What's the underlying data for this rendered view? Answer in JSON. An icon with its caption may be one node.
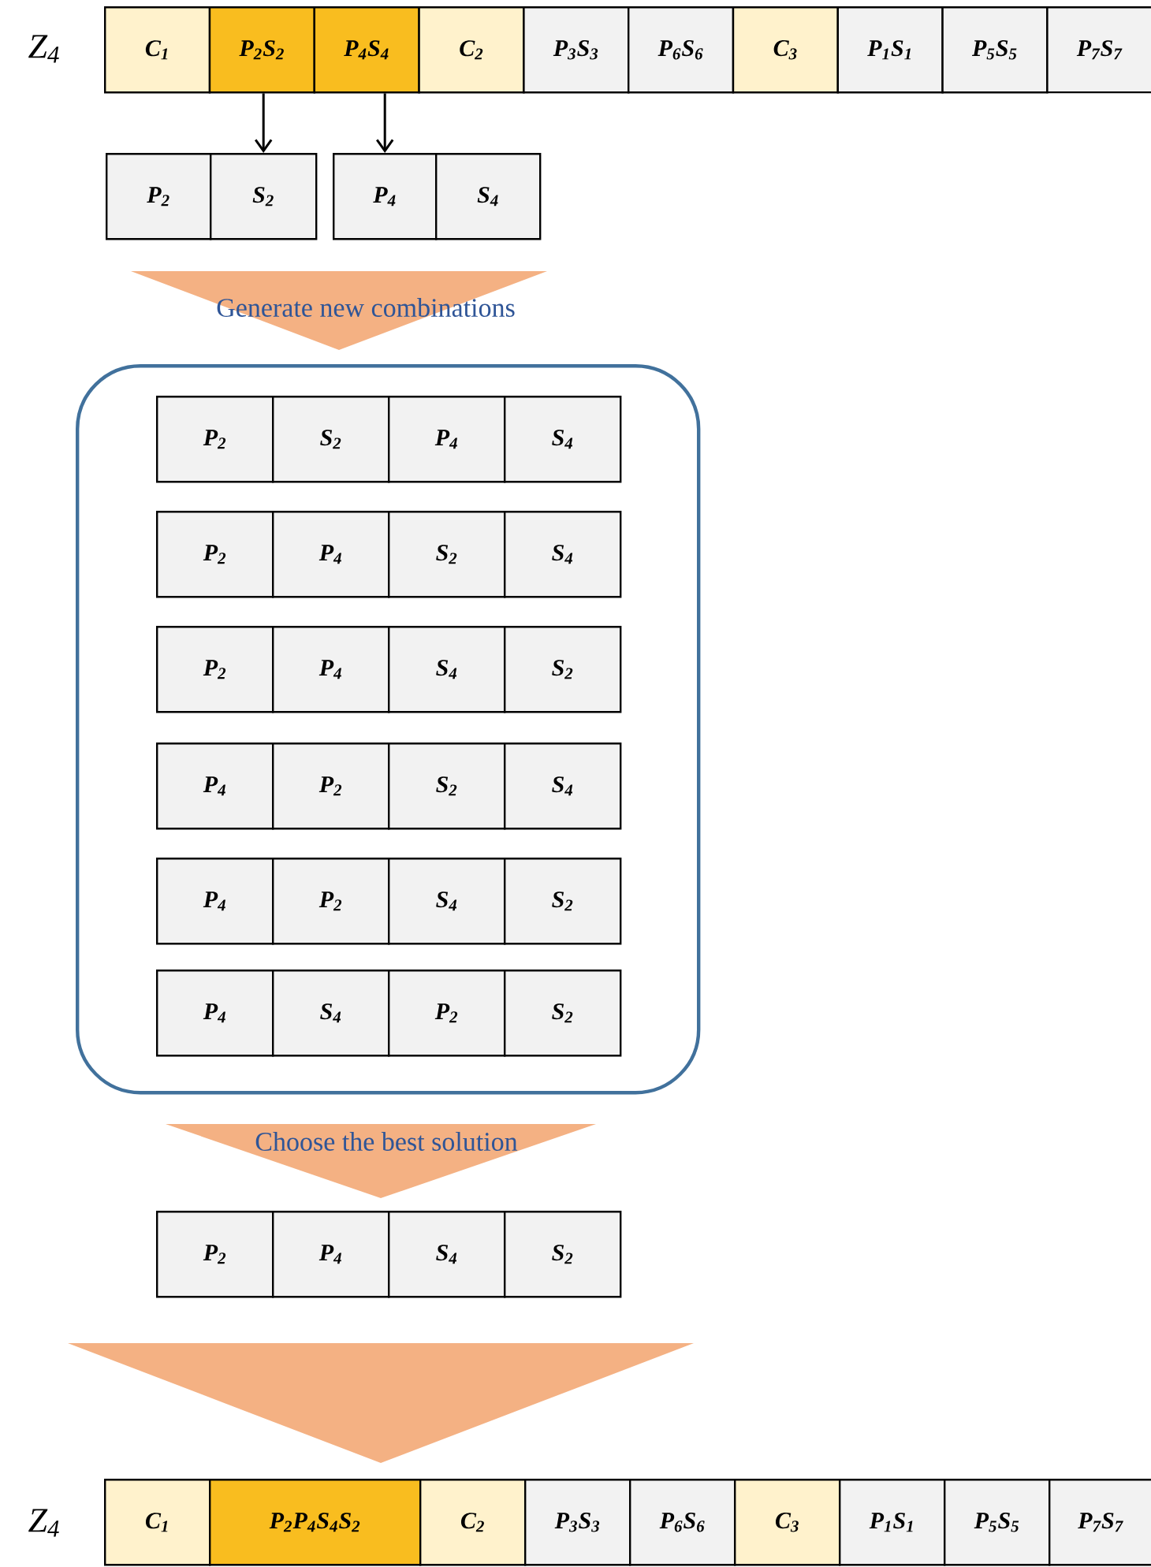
{
  "diagram": {
    "nodes": [
      {
        "text": [
          "C$_{1}$"
        ]
      },
      {
        "text": [
          "P$_{2}$S$_{2}$"
        ]
      },
      {
        "text": [
          "P$_{4}$S$_{4}$"
        ]
      },
      {
        "text": [
          "C$_{2}$"
        ]
      },
      {
        "text": [
          "P$_{3}$S$_{3}$"
        ]
      },
      {
        "text": [
          "P$_{6}$S$_{6}$"
        ]
      },
      {
        "text": [
          "C$_{3}$"
        ]
      },
      {
        "text": [
          "P$_{1}$S$_{1}$"
        ]
      },
      {
        "text": [
          "P$_{5}$S$_{5}$"
        ]
      },
      {
        "text": [
          "P$_{7}$S$_{7}$"
        ]
      },
      {
        "text": [
          "P$_{2}$"
        ]
      },
      {
        "text": [
          "S$_{2}$"
        ]
      },
      {
        "text": [
          "P$_{4}$"
        ]
      },
      {
        "text": [
          "S$_{4}$"
        ]
      },
      {
        "text": [],
        "shape": "box"
      },
      {
        "text": [
          "P$_{2}$"
        ],
        "in": 14
      },
      {
        "text": [
          "S$_{2}$"
        ],
        "in": 14
      },
      {
        "text": [
          "P$_{4}$"
        ],
        "in": 14
      },
      {
        "text": [
          "S$_{4}$"
        ],
        "in": 14
      },
      {
        "text": [
          "P$_{2}$"
        ],
        "in": 14
      },
      {
        "text": [
          "P$_{4}$"
        ],
        "in": 14
      },
      {
        "text": [
          "S$_{2}$"
        ],
        "in": 14
      },
      {
        "text": [
          "S$_{4}$"
        ],
        "in": 14
      },
      {
        "text": [
          "P$_{2}$"
        ],
        "in": 14
      },
      {
        "text": [
          "P$_{4}$"
        ],
        "in": 14
      },
      {
        "text": [
          "S$_{4}$"
        ],
        "in": 14
      },
      {
        "text": [
          "S$_{2}$"
        ],
        "in": 14
      },
      {
        "text": [
          "P$_{4}$"
        ],
        "in": 14
      },
      {
        "text": [
          "P$_{2}$"
        ],
        "in": 14
      },
      {
        "text": [
          "S$_{2}$"
        ],
        "in": 14
      },
      {
        "text": [
          "S$_{4}$"
        ],
        "in": 14
      },
      {
        "text": [
          "P$_{4}$"
        ],
        "in": 14
      },
      {
        "text": [
          "P$_{2}$"
        ],
        "in": 14
      },
      {
        "text": [
          "S$_{4}$"
        ],
        "in": 14
      },
      {
        "text": [
          "S$_{2}$"
        ],
        "in": 14
      },
      {
        "text": [
          "P$_{4}$"
        ],
        "in": 14
      },
      {
        "text": [
          "S$_{4}$"
        ],
        "in": 14
      },
      {
        "text": [
          "P$_{2}$"
        ],
        "in": 14
      },
      {
        "text": [
          "S$_{2}$"
        ],
        "in": 14
      },
      {
        "text": [
          "P$_{2}$"
        ]
      },
      {
        "text": [
          "P$_{4}$"
        ]
      },
      {
        "text": [
          "S$_{4}$"
        ]
      },
      {
        "text": [
          "S$_{2}$"
        ]
      },
      {
        "text": [
          "C$_{1}$"
        ]
      },
      {
        "text": [
          "P$_{2}$P$_{4}$S$_{4}$S$_{2}$"
        ]
      },
      {
        "text": [
          "C$_{2}$"
        ]
      },
      {
        "text": [
          "P$_{3}$S$_{3}$"
        ]
      },
      {
        "text": [
          "P$_{6}$S$_{6}$"
        ]
      },
      {
        "text": [
          "C$_{3}$"
        ]
      },
      {
        "text": [
          "P$_{1}$S$_{1}$"
        ]
      },
      {
        "text": [
          "P$_{5}$S$_{5}$"
        ]
      },
      {
        "text": [
          "P$_{7}$S$_{7}$"
        ]
      }
    ],
    "edges": [
      {
        "from": 1,
        "to": 11,
        "arrow": "to"
      },
      {
        "from": 2,
        "to": 12,
        "arrow": "to"
      }
    ],
    "labels": [
      "Z$_{4}$",
      "Generate new combinations",
      "Choose the best solution",
      "Z$_{4}$"
    ]
  }
}
